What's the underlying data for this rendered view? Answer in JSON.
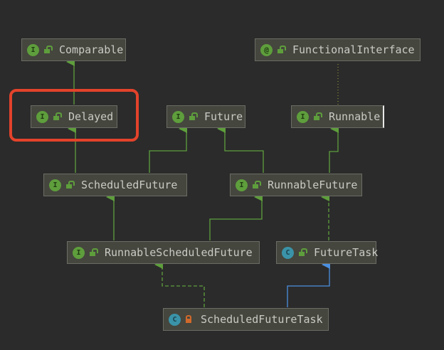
{
  "diagram": {
    "highlighted": "Delayed",
    "colors": {
      "background": "#2b2b2b",
      "interface_edge": "#5e9e3c",
      "class_edge": "#4b8fe0",
      "highlight": "#e3432b"
    },
    "nodes": [
      {
        "id": "comparable",
        "label": "Comparable",
        "kind": "interface",
        "icon": "interface-icon",
        "visibility": "public"
      },
      {
        "id": "functional",
        "label": "FunctionalInterface",
        "kind": "annotation",
        "icon": "annotation-icon",
        "visibility": "public"
      },
      {
        "id": "delayed",
        "label": "Delayed",
        "kind": "interface",
        "icon": "interface-icon",
        "visibility": "public"
      },
      {
        "id": "future",
        "label": "Future",
        "kind": "interface",
        "icon": "interface-icon",
        "visibility": "public"
      },
      {
        "id": "runnable",
        "label": "Runnable",
        "kind": "interface",
        "icon": "interface-icon",
        "visibility": "public"
      },
      {
        "id": "scheduledfuture",
        "label": "ScheduledFuture",
        "kind": "interface",
        "icon": "interface-icon",
        "visibility": "public"
      },
      {
        "id": "runnablefuture",
        "label": "RunnableFuture",
        "kind": "interface",
        "icon": "interface-icon",
        "visibility": "public"
      },
      {
        "id": "rsf",
        "label": "RunnableScheduledFuture",
        "kind": "interface",
        "icon": "interface-icon",
        "visibility": "public"
      },
      {
        "id": "futuretask",
        "label": "FutureTask",
        "kind": "class",
        "icon": "class-icon",
        "visibility": "public"
      },
      {
        "id": "sft",
        "label": "ScheduledFutureTask",
        "kind": "class",
        "icon": "class-icon",
        "visibility": "private"
      }
    ],
    "badges": {
      "interface": "I",
      "annotation": "@",
      "class": "C"
    },
    "edges": [
      {
        "from": "delayed",
        "to": "comparable",
        "type": "extends"
      },
      {
        "from": "scheduledfuture",
        "to": "delayed",
        "type": "extends"
      },
      {
        "from": "scheduledfuture",
        "to": "future",
        "type": "extends"
      },
      {
        "from": "runnablefuture",
        "to": "future",
        "type": "extends"
      },
      {
        "from": "runnablefuture",
        "to": "runnable",
        "type": "extends"
      },
      {
        "from": "runnable",
        "to": "functional",
        "type": "annotated"
      },
      {
        "from": "rsf",
        "to": "scheduledfuture",
        "type": "extends"
      },
      {
        "from": "rsf",
        "to": "runnablefuture",
        "type": "extends"
      },
      {
        "from": "futuretask",
        "to": "runnablefuture",
        "type": "implements"
      },
      {
        "from": "sft",
        "to": "rsf",
        "type": "implements"
      },
      {
        "from": "sft",
        "to": "futuretask",
        "type": "extends-class"
      }
    ]
  }
}
